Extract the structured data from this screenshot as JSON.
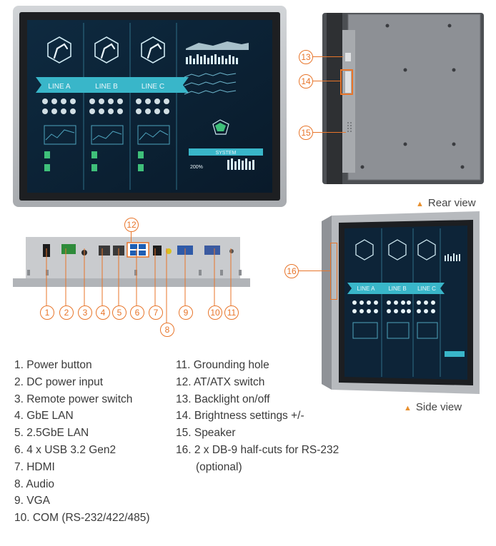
{
  "front_screen": {
    "lines": [
      "LINE A",
      "LINE B",
      "LINE C"
    ],
    "system_label": "SYSTEM",
    "percent": "200%"
  },
  "rear_view": {
    "label": "Rear view",
    "callouts": [
      "13",
      "14",
      "15"
    ]
  },
  "side_view": {
    "label": "Side view",
    "callouts": [
      "16"
    ],
    "lines": [
      "LINE A",
      "LINE B",
      "LINE C"
    ]
  },
  "io_view": {
    "callouts_bottom": [
      "1",
      "2",
      "3",
      "4",
      "5",
      "6",
      "7",
      "9",
      "10",
      "11"
    ],
    "callout_audio": "8",
    "callout_top": "12"
  },
  "legend": {
    "left": [
      "1. Power button",
      "2. DC power input",
      "3. Remote power switch",
      "4. GbE LAN",
      "5. 2.5GbE LAN",
      "6. 4 x USB 3.2 Gen2",
      "7. HDMI",
      "8. Audio",
      "9. VGA",
      "10. COM (RS-232/422/485)"
    ],
    "right": [
      "11. Grounding hole",
      "12. AT/ATX switch",
      "13. Backlight on/off",
      "14. Brightness settings +/-",
      "15. Speaker",
      "16. 2 x DB-9 half-cuts for RS-232",
      "(optional)"
    ]
  },
  "colors": {
    "accent": "#e8752a",
    "bezel": "#b9bcc0",
    "screen": "#0d2438",
    "teal": "#39b6c9"
  }
}
